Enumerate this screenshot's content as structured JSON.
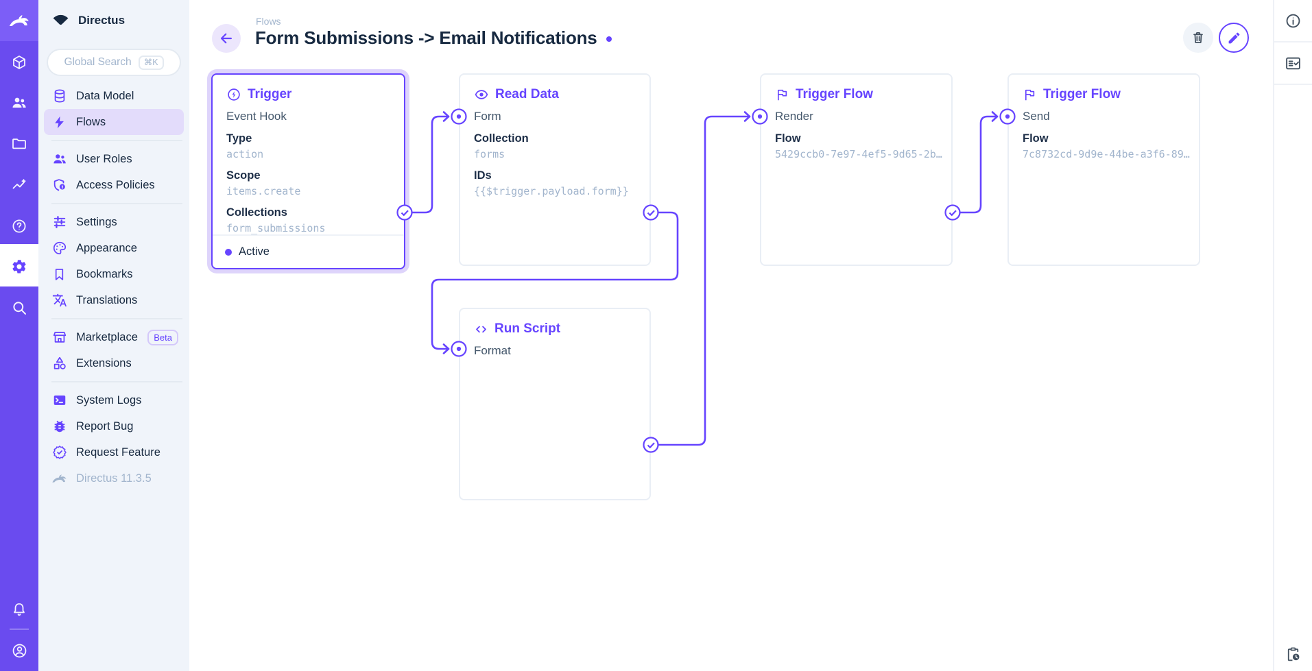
{
  "colors": {
    "accent": "#6644ff",
    "module_bar": "#6a4bef",
    "module_bar_logo_tile": "#7c5ef7",
    "sidebar_bg": "#f0f4fa",
    "active_pill": "#e3dcfb",
    "title_text": "#172940",
    "muted_text": "#a2b5cd"
  },
  "module_bar": {
    "logo_icon": "directus-rabbit-icon",
    "items": [
      "content-module",
      "users-module",
      "files-module",
      "insights-module",
      "docs-module",
      "settings-module",
      "search-module"
    ],
    "active_module": "settings-module",
    "bottom_items": [
      "notifications",
      "account"
    ]
  },
  "sidebar": {
    "project_name": "Directus",
    "search": {
      "placeholder": "Global Search",
      "shortcut": "⌘K"
    },
    "items": [
      {
        "label": "Data Model",
        "icon": "database-icon"
      },
      {
        "label": "Flows",
        "icon": "bolt-icon",
        "active": true
      },
      {
        "label": "User Roles",
        "icon": "people-icon"
      },
      {
        "label": "Access Policies",
        "icon": "shield-lock-icon"
      },
      {
        "label": "Settings",
        "icon": "tune-icon"
      },
      {
        "label": "Appearance",
        "icon": "palette-icon"
      },
      {
        "label": "Bookmarks",
        "icon": "bookmark-icon"
      },
      {
        "label": "Translations",
        "icon": "translate-icon"
      },
      {
        "label": "Marketplace",
        "icon": "storefront-icon",
        "badge": "Beta"
      },
      {
        "label": "Extensions",
        "icon": "shapes-icon"
      },
      {
        "label": "System Logs",
        "icon": "terminal-icon"
      },
      {
        "label": "Report Bug",
        "icon": "bug-icon"
      },
      {
        "label": "Request Feature",
        "icon": "verified-icon"
      }
    ],
    "version": "Directus 11.3.5"
  },
  "header": {
    "breadcrumb": "Flows",
    "title": "Form Submissions -> Email Notifications",
    "actions": [
      "delete",
      "edit"
    ]
  },
  "flow": {
    "panels": [
      {
        "title": "Trigger",
        "icon": "bolt-circle-icon",
        "name": "Event Hook",
        "fields": [
          {
            "label": "Type",
            "value": "action"
          },
          {
            "label": "Scope",
            "value": "items.create"
          },
          {
            "label": "Collections",
            "value": "form_submissions"
          }
        ],
        "status": "Active"
      },
      {
        "title": "Read Data",
        "icon": "eye-icon",
        "name": "Form",
        "fields": [
          {
            "label": "Collection",
            "value": "forms"
          },
          {
            "label": "IDs",
            "value": "{{$trigger.payload.form}}"
          }
        ]
      },
      {
        "title": "Trigger Flow",
        "icon": "flag-icon",
        "name": "Render",
        "fields": [
          {
            "label": "Flow",
            "value": "5429ccb0-7e97-4ef5-9d65-2b…"
          }
        ]
      },
      {
        "title": "Trigger Flow",
        "icon": "flag-icon",
        "name": "Send",
        "fields": [
          {
            "label": "Flow",
            "value": "7c8732cd-9d9e-44be-a3f6-89…"
          }
        ]
      },
      {
        "title": "Run Script",
        "icon": "code-icon",
        "name": "Format",
        "fields": []
      }
    ]
  }
}
